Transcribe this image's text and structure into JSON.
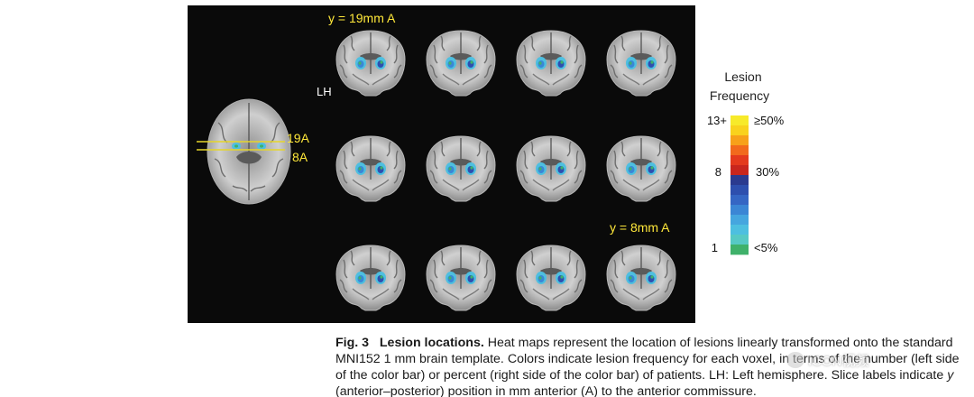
{
  "figure": {
    "top_slice_label": "y = 19mm A",
    "bottom_slice_label": "y = 8mm A",
    "hemisphere_label": "LH",
    "axial_labels": [
      "19A",
      "8A"
    ]
  },
  "colorbar": {
    "title_line1": "Lesion",
    "title_line2": "Frequency",
    "left_ticks": [
      "13+",
      "8",
      "1"
    ],
    "right_ticks": [
      "≥50%",
      "30%",
      "<5%"
    ],
    "colors_top_to_bottom": [
      "#f7ea2a",
      "#f9d21d",
      "#f7a11a",
      "#f26a1c",
      "#e43a1d",
      "#c8261e",
      "#2b3a8f",
      "#2e4fae",
      "#3566c4",
      "#3b86d5",
      "#45a6df",
      "#4dbfe0",
      "#56c9c4",
      "#3fb16a"
    ]
  },
  "caption": {
    "fig_num": "Fig. 3",
    "fig_title": "Lesion locations.",
    "text_1": " Heat maps represent the location of lesions linearly transformed onto the standard MNI152 1 mm brain template. Colors indicate lesion frequency for each voxel, in terms of the number (left side of the color bar) or percent (right side of the color bar) of patients. LH: Left hemisphere. Slice labels indicate ",
    "ital": "y",
    "text_2": " (anterior–posterior) position in mm anterior (A) to the anterior commissure."
  },
  "watermark": {
    "text": "ICON视频"
  }
}
